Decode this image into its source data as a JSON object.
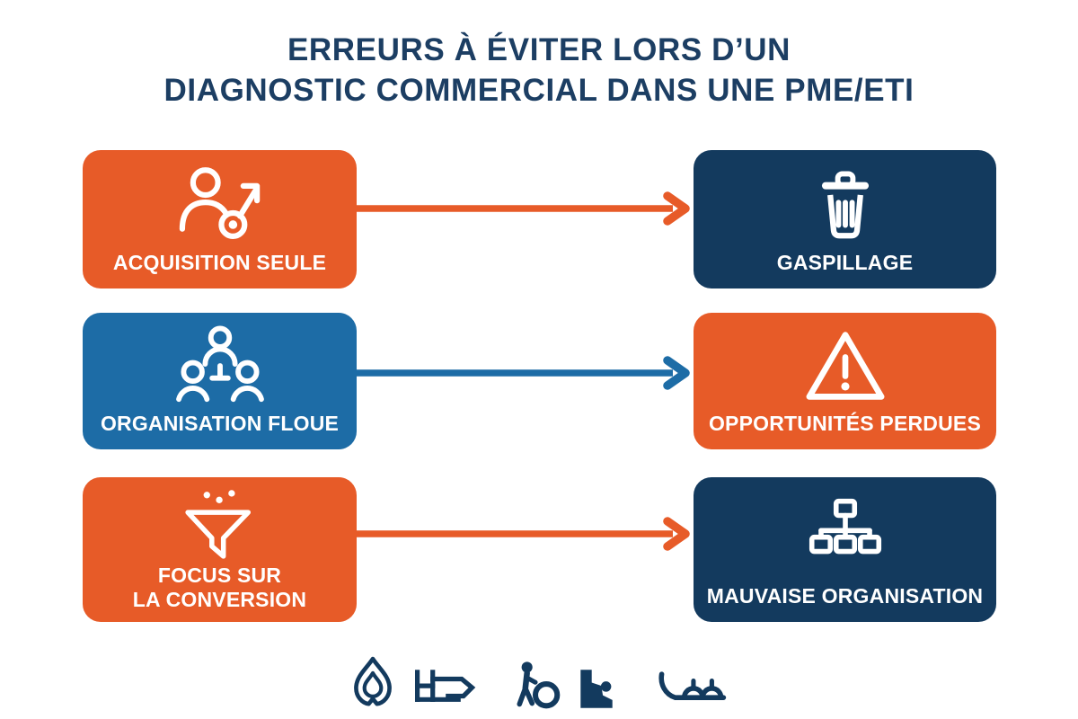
{
  "title": {
    "line1": "ERREURS À ÉVITER LORS D’UN",
    "line2": "DIAGNOSTIC COMMERCIAL DANS UNE PME/ETI"
  },
  "colors": {
    "orange": "#E75B28",
    "navy": "#133A5E",
    "blue": "#1D6CA6",
    "title_text": "#1C3E63",
    "white": "#FFFFFF"
  },
  "rows": [
    {
      "left": {
        "label": "ACQUISITION SEULE",
        "icon": "prospect-growth-icon",
        "bg": "orange"
      },
      "arrow_color": "orange",
      "right": {
        "label": "GASPILLAGE",
        "icon": "trash-icon",
        "bg": "navy"
      }
    },
    {
      "left": {
        "label": "ORGANISATION FLOUE",
        "icon": "team-icon",
        "bg": "blue"
      },
      "arrow_color": "blue",
      "right": {
        "label": "OPPORTUNITÉS PERDUES",
        "icon": "warning-icon",
        "bg": "orange"
      }
    },
    {
      "left": {
        "label_line1": "FOCUS SUR",
        "label_line2": "LA CONVERSION",
        "icon": "funnel-icon",
        "bg": "orange"
      },
      "arrow_color": "orange",
      "right": {
        "label": "MAUVAISE ORGANISATION",
        "icon": "org-chart-icon",
        "bg": "navy"
      }
    }
  ],
  "footer": {
    "icons": [
      "droplet-icon",
      "train-icon",
      "hiker-icon",
      "steps-icon",
      "cart-icon"
    ]
  }
}
